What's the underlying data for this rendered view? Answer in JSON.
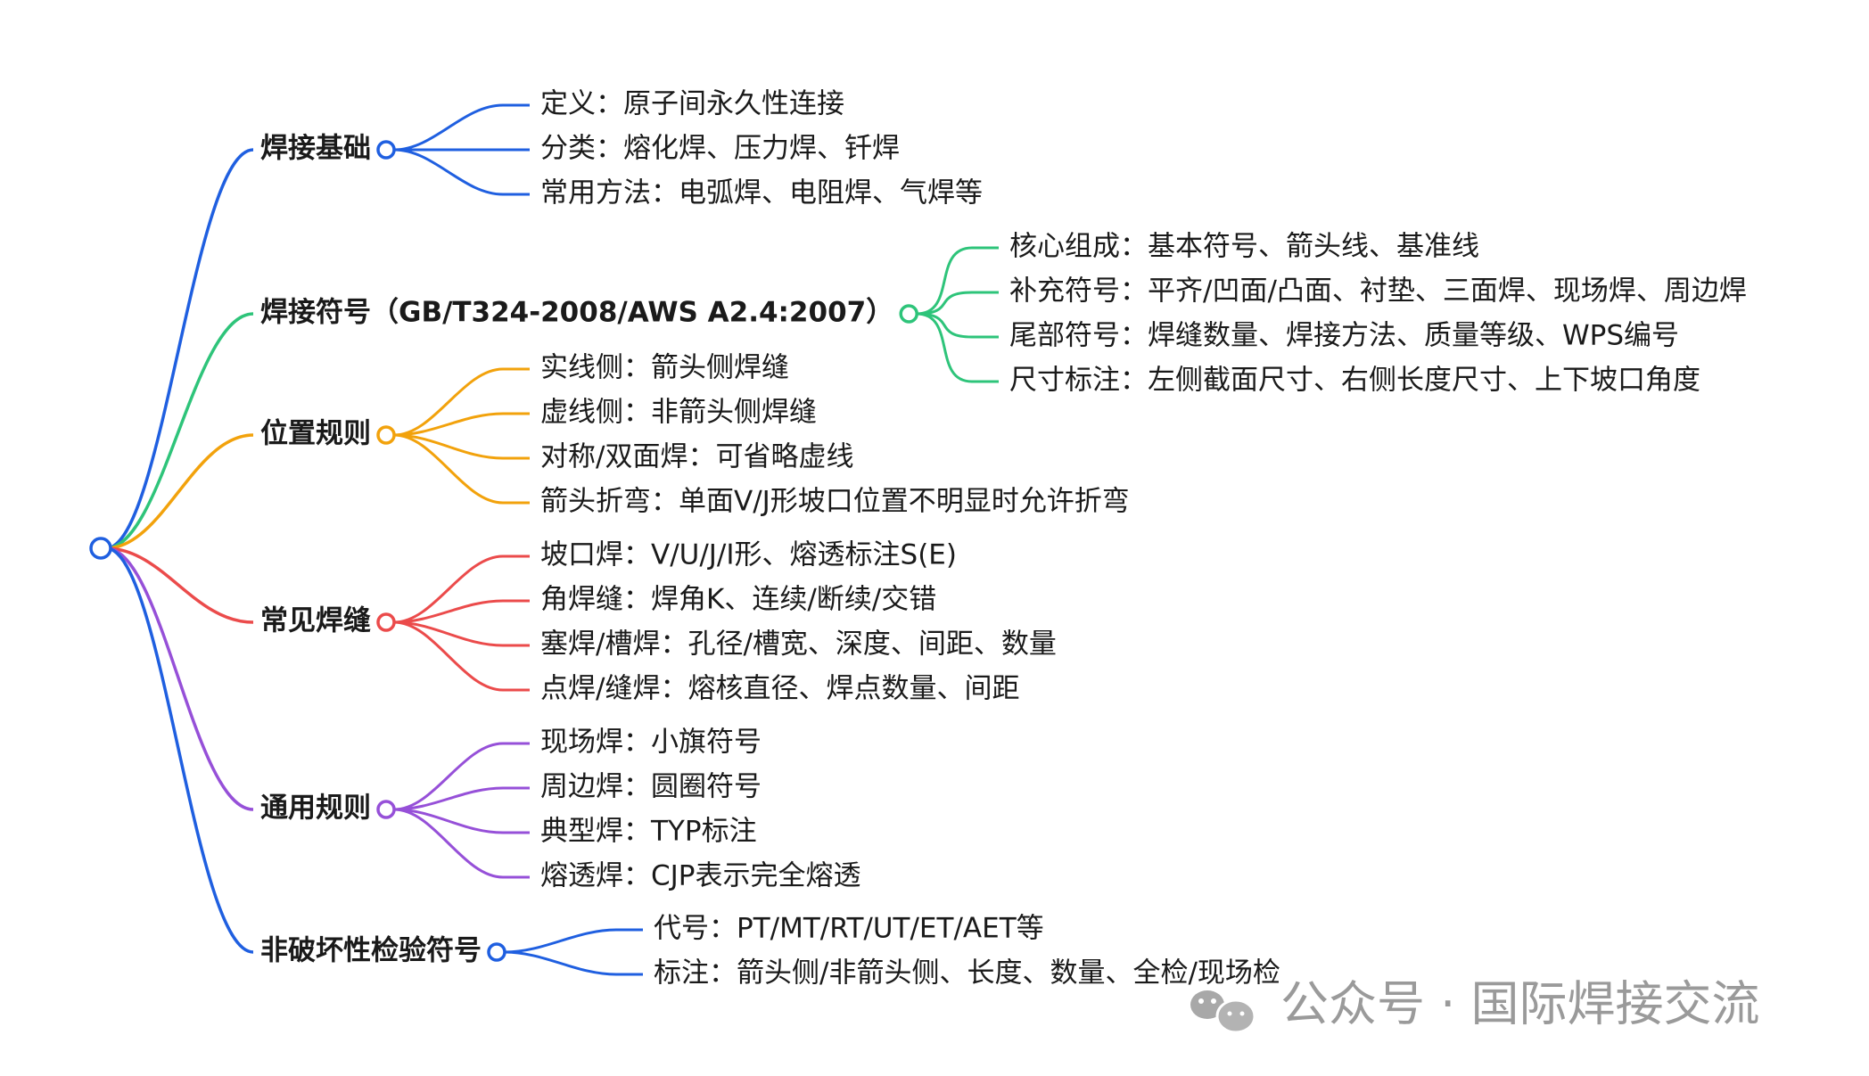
{
  "colors": {
    "root": "#1f5fe0",
    "blue": "#1f5fe0",
    "green": "#2ec47a",
    "orange": "#f2a20c",
    "red": "#eb4b4b",
    "purple": "#9650d8",
    "text": "#1a1a1a",
    "watermark": "#9a9a9a"
  },
  "branches": [
    {
      "id": "basics",
      "label": "焊接基础",
      "color": "blue",
      "items": [
        "定义：原子间永久性连接",
        "分类：熔化焊、压力焊、钎焊",
        "常用方法：电弧焊、电阻焊、气焊等"
      ]
    },
    {
      "id": "symbols",
      "label": "焊接符号（GB/T324-2008/AWS A2.4:2007）",
      "color": "green",
      "items": [
        "核心组成：基本符号、箭头线、基准线",
        "补充符号：平齐/凹面/凸面、衬垫、三面焊、现场焊、周边焊",
        "尾部符号：焊缝数量、焊接方法、质量等级、WPS编号",
        "尺寸标注：左侧截面尺寸、右侧长度尺寸、上下坡口角度"
      ]
    },
    {
      "id": "position",
      "label": "位置规则",
      "color": "orange",
      "items": [
        "实线侧：箭头侧焊缝",
        "虚线侧：非箭头侧焊缝",
        "对称/双面焊：可省略虚线",
        "箭头折弯：单面V/J形坡口位置不明显时允许折弯"
      ]
    },
    {
      "id": "common",
      "label": "常见焊缝",
      "color": "red",
      "items": [
        "坡口焊：V/U/J/I形、熔透标注S(E)",
        "角焊缝：焊角K、连续/断续/交错",
        "塞焊/槽焊：孔径/槽宽、深度、间距、数量",
        "点焊/缝焊：熔核直径、焊点数量、间距"
      ]
    },
    {
      "id": "general",
      "label": "通用规则",
      "color": "purple",
      "items": [
        "现场焊：小旗符号",
        "周边焊：圆圈符号",
        "典型焊：TYP标注",
        "熔透焊：CJP表示完全熔透"
      ]
    },
    {
      "id": "ndt",
      "label": "非破坏性检验符号",
      "color": "blue",
      "items": [
        "代号：PT/MT/RT/UT/ET/AET等",
        "标注：箭头侧/非箭头侧、长度、数量、全检/现场检"
      ]
    }
  ],
  "watermark": {
    "text": "公众号 · 国际焊接交流",
    "icon": "wechat-icon"
  }
}
